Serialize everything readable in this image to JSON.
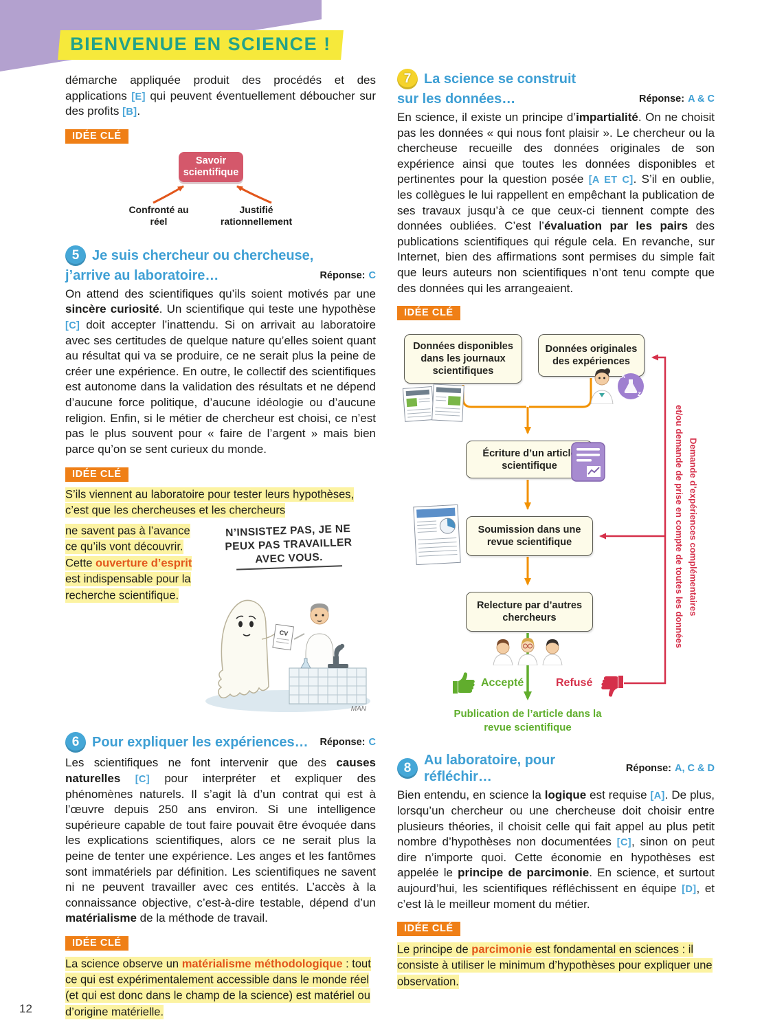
{
  "banner": {
    "title": "BIENVENUE EN SCIENCE !"
  },
  "page_number": "12",
  "labels": {
    "idee_cle": "IDÉE CLÉ",
    "reponse": "Réponse:"
  },
  "left": {
    "intro": [
      {
        "t": "démarche appliquée produit des procédés et des applications "
      },
      {
        "t": "[E]",
        "s": "ref"
      },
      {
        "t": " qui peuvent éventuellement déboucher sur des profits "
      },
      {
        "t": "[B]",
        "s": "ref"
      },
      {
        "t": "."
      }
    ],
    "diagram": {
      "box": "Savoir scientifique",
      "left_label": "Confronté au réel",
      "right_label": "Justifié rationnellement"
    },
    "section5": {
      "number": "5",
      "title_line1": "Je suis chercheur ou chercheuse,",
      "title_line2": "j’arrive au laboratoire…",
      "reponse": "C",
      "body": [
        {
          "t": "On attend des scientifiques qu’ils soient motivés par une "
        },
        {
          "t": "sincère curiosité",
          "s": "b"
        },
        {
          "t": ". Un scientifique qui teste une hypothèse "
        },
        {
          "t": "[C]",
          "s": "ref"
        },
        {
          "t": " doit accepter l’inattendu. Si on arrivait au laboratoire avec ses certitudes de quelque nature qu’elles soient quant au résultat qui va se produire, ce ne serait plus la peine de créer une expérience. En outre, le collectif des scientifiques est autonome dans la validation des résultats et ne dépend d’aucune force politique, d’aucune idéologie ou d’aucune religion. Enfin, si le métier de chercheur est choisi, ce n’est pas le plus souvent pour « faire de l’argent » mais bien parce qu’on se sent curieux du monde."
        }
      ]
    },
    "idee2": {
      "text1": [
        {
          "t": "S’ils viennent au laboratoire pour tester leurs hypothèses, c’est que les chercheuses et les chercheurs"
        }
      ],
      "text2": [
        {
          "t": "ne savent pas à l’avance ce qu’ils vont découvrir. Cette "
        },
        {
          "t": "ouverture d’esprit",
          "s": "o"
        },
        {
          "t": " est indispensable pour la recherche scientifique."
        }
      ],
      "cartoon_caption_line1": "N’INSISTEZ PAS, JE NE",
      "cartoon_caption_line2": "PEUX PAS TRAVAILLER",
      "cartoon_caption_line3": "AVEC VOUS.",
      "cartoon_cv": "CV",
      "cartoon_signature": "MAN"
    },
    "section6": {
      "number": "6",
      "title": "Pour expliquer les expériences…",
      "reponse": "C",
      "body": [
        {
          "t": "Les scientifiques ne font intervenir que des "
        },
        {
          "t": "causes naturelles",
          "s": "b"
        },
        {
          "t": " "
        },
        {
          "t": "[C]",
          "s": "ref"
        },
        {
          "t": " pour interpréter et expliquer des phénomènes naturels. Il s’agit là d’un contrat qui est à l’œuvre depuis 250 ans environ. Si une intelligence supérieure capable de tout faire pouvait être évoquée dans les explications scientifiques, alors ce ne serait plus la peine de tenter une expérience. Les anges et les fantômes sont immatériels par définition. Les scientifiques ne savent ni ne peuvent travailler avec ces entités. L’accès à la connaissance objective, c’est-à-dire testable, dépend d’un "
        },
        {
          "t": "matérialisme",
          "s": "b"
        },
        {
          "t": " de la méthode de travail."
        }
      ]
    },
    "idee3": {
      "text": [
        {
          "t": "La science observe un "
        },
        {
          "t": "matérialisme méthodologique",
          "s": "o"
        },
        {
          "t": " : tout ce qui est expérimentalement accessible dans le monde réel (et qui est donc dans le champ de la science) est matériel ou d’origine matérielle."
        }
      ]
    }
  },
  "right": {
    "section7": {
      "number": "7",
      "title_line1": "La science se construit",
      "title_line2": "sur les données…",
      "reponse": "A & C",
      "body": [
        {
          "t": "En science, il existe un principe d’"
        },
        {
          "t": "impartialité",
          "s": "b"
        },
        {
          "t": ". On ne choisit pas les données « qui nous font plaisir ». Le chercheur ou la chercheuse recueille des données originales de son expérience ainsi que toutes les données disponibles et pertinentes pour la question posée "
        },
        {
          "t": "[A ET C]",
          "s": "ref"
        },
        {
          "t": ". S’il en oublie, les collègues le lui rappellent en empêchant la publication de ses travaux jusqu’à ce que ceux-ci tiennent compte des données oubliées. C’est l’"
        },
        {
          "t": "évaluation par les pairs",
          "s": "b"
        },
        {
          "t": " des publications scientifiques qui régule cela. En revanche, sur Internet, bien des affirmations sont permises du simple fait que leurs auteurs non scientifiques n’ont tenu compte que des données qui les arrangeaient."
        }
      ]
    },
    "flowchart": {
      "box_journals": "Données disponibles dans les journaux scientifiques",
      "box_original": "Données originales des expériences",
      "box_writing": "Écriture d’un article scientifique",
      "box_submission": "Soumission dans une revue scientifique",
      "box_review": "Relecture par d’autres chercheurs",
      "accepted": "Accepté",
      "refused": "Refusé",
      "publication": "Publication de l’article dans la revue scientifique",
      "feedback_line1": "Demande d’expériences complémentaires",
      "feedback_line2": "et/ou demande de prise en compte de toutes les données"
    },
    "section8": {
      "number": "8",
      "title": "Au laboratoire, pour réfléchir…",
      "reponse": "A, C & D",
      "body": [
        {
          "t": "Bien entendu, en science la "
        },
        {
          "t": "logique",
          "s": "b"
        },
        {
          "t": " est requise "
        },
        {
          "t": "[A]",
          "s": "ref"
        },
        {
          "t": ". De plus, lorsqu’un chercheur ou une chercheuse doit choisir entre plusieurs théories, il choisit celle qui fait appel au plus petit nombre d’hypothèses non documentées "
        },
        {
          "t": "[C]",
          "s": "ref"
        },
        {
          "t": ", sinon on peut dire n’importe quoi. Cette économie en hypothèses est appelée le "
        },
        {
          "t": "principe de parcimonie",
          "s": "b"
        },
        {
          "t": ". En science, et surtout aujourd’hui, les scientifiques réfléchissent en équipe "
        },
        {
          "t": "[D]",
          "s": "ref"
        },
        {
          "t": ", et c’est là le meilleur moment du métier."
        }
      ]
    },
    "idee4": {
      "text": [
        {
          "t": "Le principe de "
        },
        {
          "t": "parcimonie",
          "s": "o"
        },
        {
          "t": " est fondamental en sciences : il consiste à utiliser le minimum d’hypothèses pour expliquer une observation."
        }
      ]
    }
  }
}
